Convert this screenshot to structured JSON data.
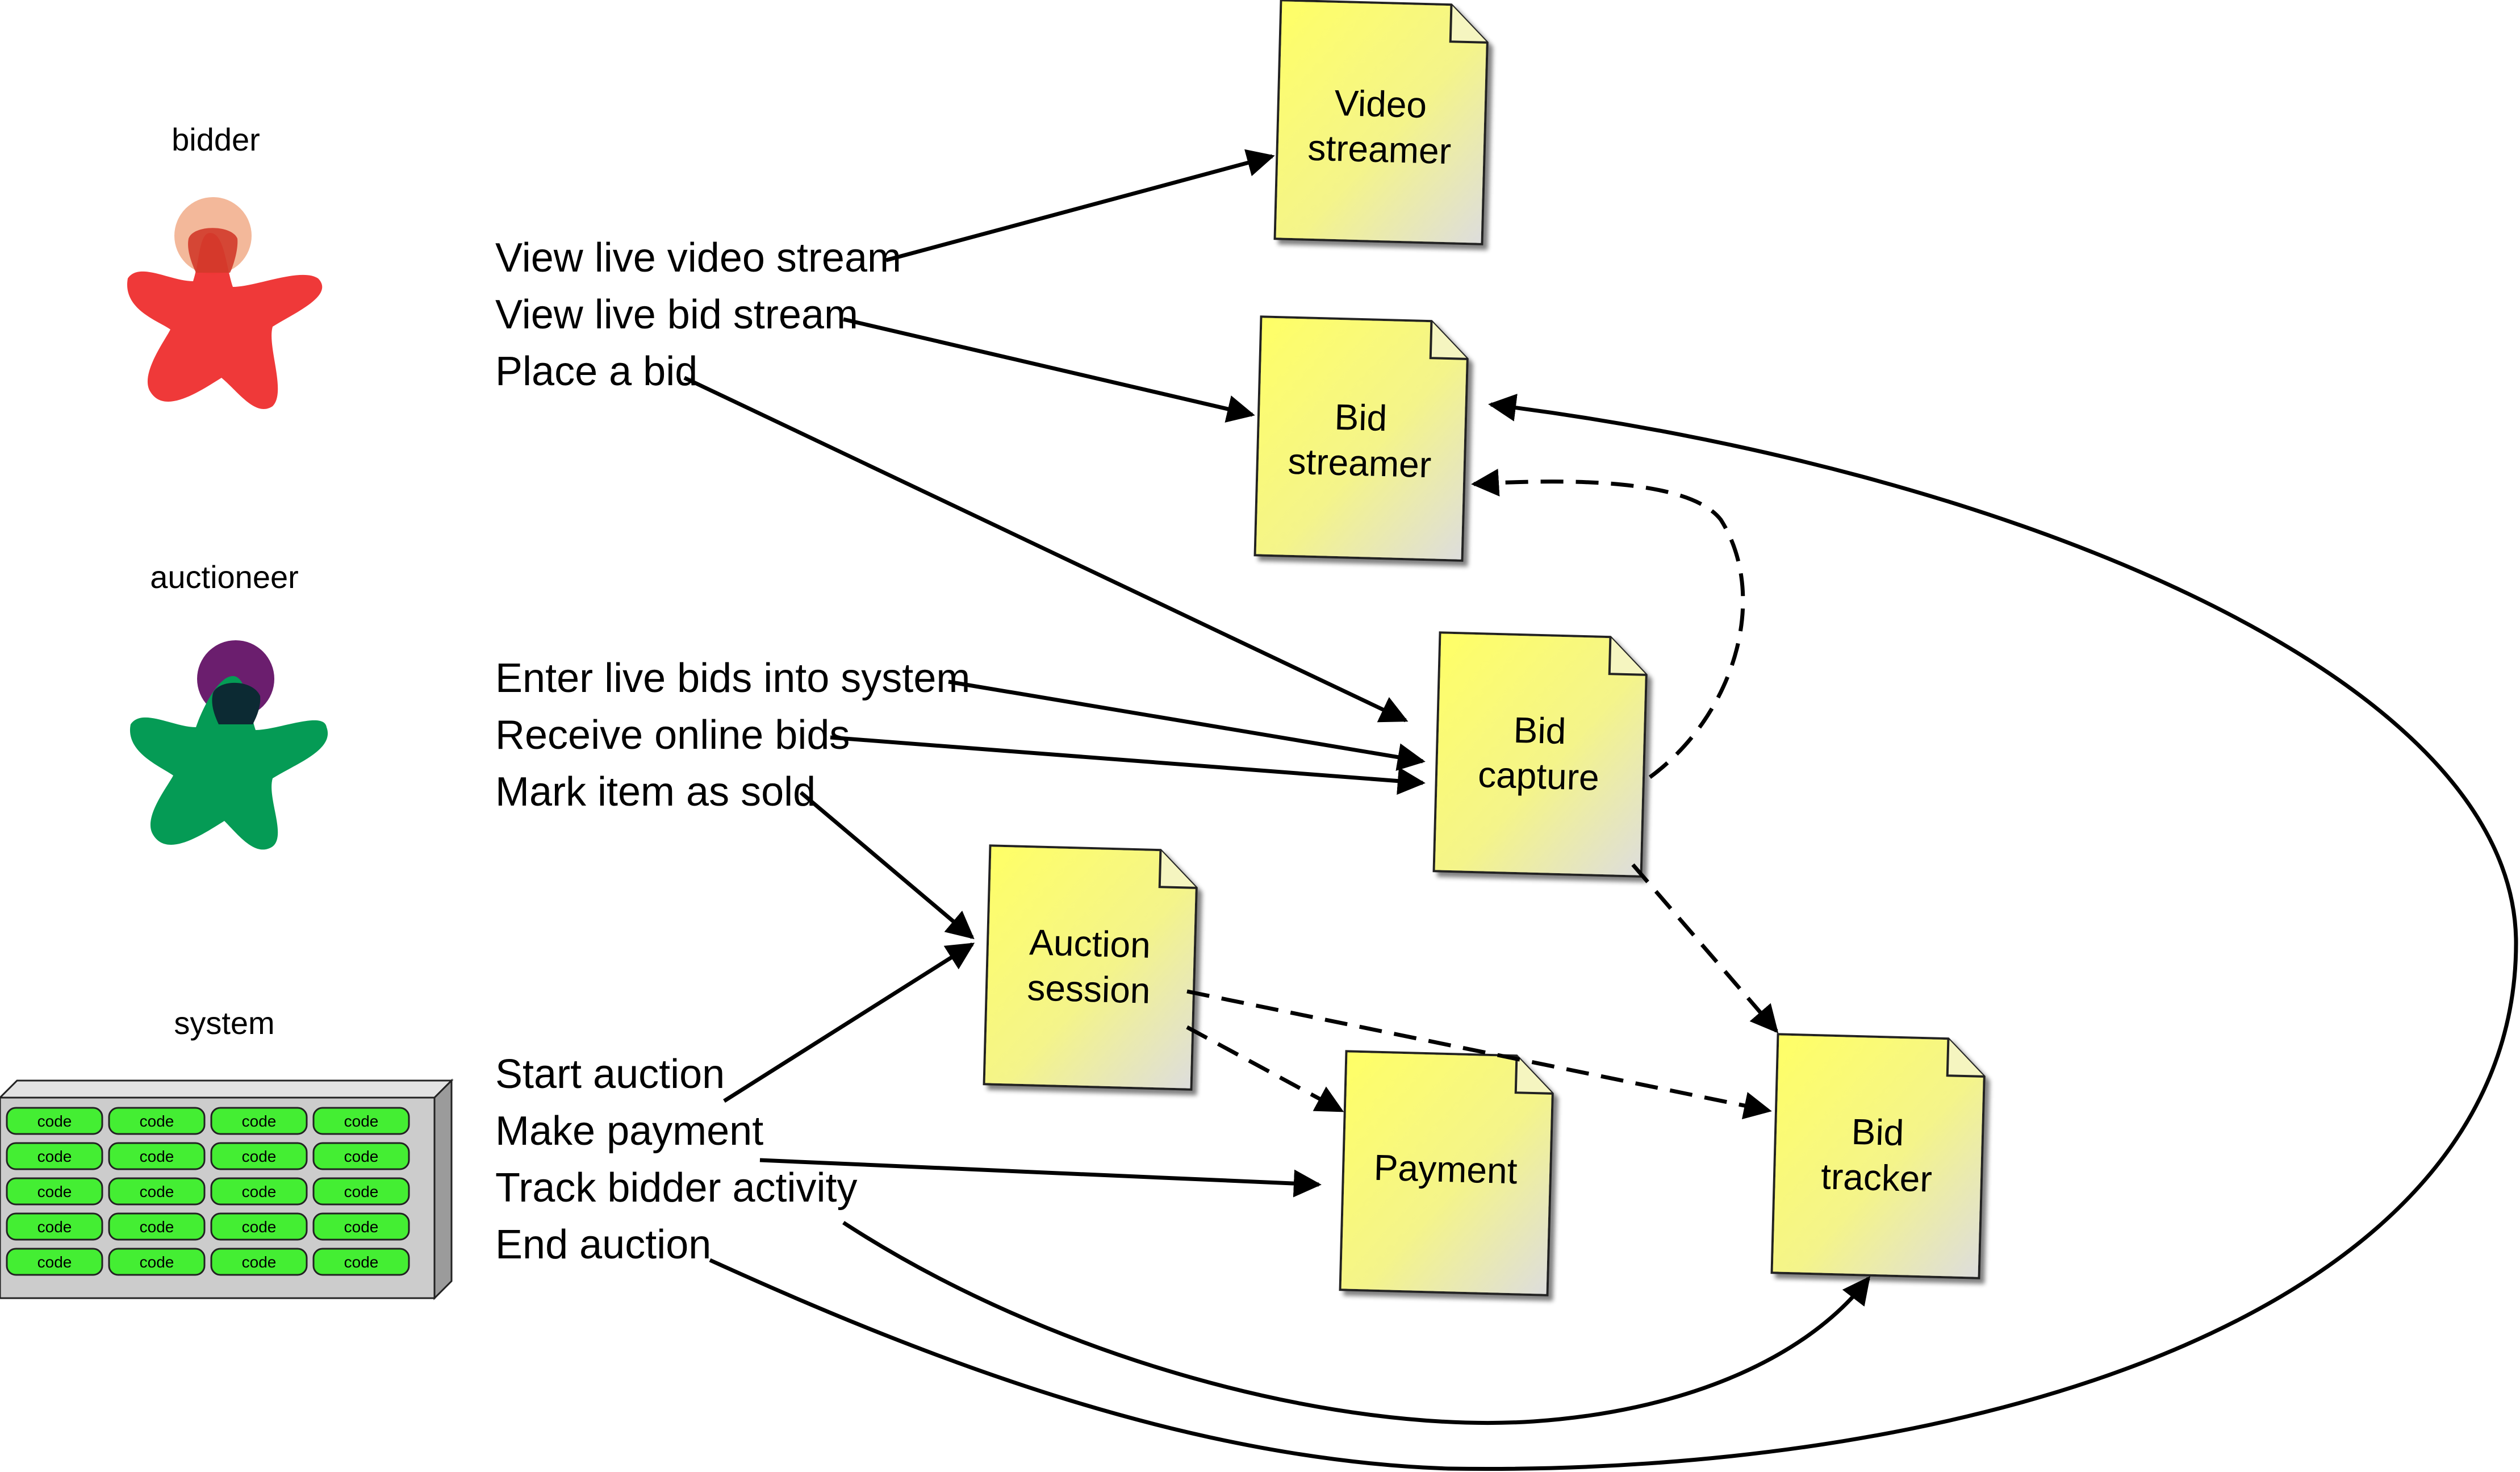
{
  "actors": {
    "bidder": "bidder",
    "auctioneer": "auctioneer",
    "system": "system"
  },
  "system_box": {
    "cell_label": "code"
  },
  "actions": [
    "View live video stream",
    "View live bid stream",
    "Place a bid",
    "Enter live bids into system",
    "Receive online bids",
    "Mark item as sold",
    "Start auction",
    "Make payment",
    "Track bidder activity",
    "End auction"
  ],
  "services": {
    "video_streamer": [
      "Video",
      "streamer"
    ],
    "bid_streamer": [
      "Bid",
      "streamer"
    ],
    "bid_capture": [
      "Bid",
      "capture"
    ],
    "auction_session": [
      "Auction",
      "session"
    ],
    "payment": [
      "Payment"
    ],
    "bid_tracker": [
      "Bid",
      "tracker"
    ]
  },
  "colors": {
    "bidder_body": "#ee3333",
    "bidder_head": "#f3b89a",
    "auctioneer_body": "#059b55",
    "auctioneer_head": "#6b1e6e",
    "code_cell": "#44ee33",
    "server_box": "#cccccc",
    "doc_fill_light": "#ffff66",
    "doc_fill_dark": "#dddddd"
  }
}
